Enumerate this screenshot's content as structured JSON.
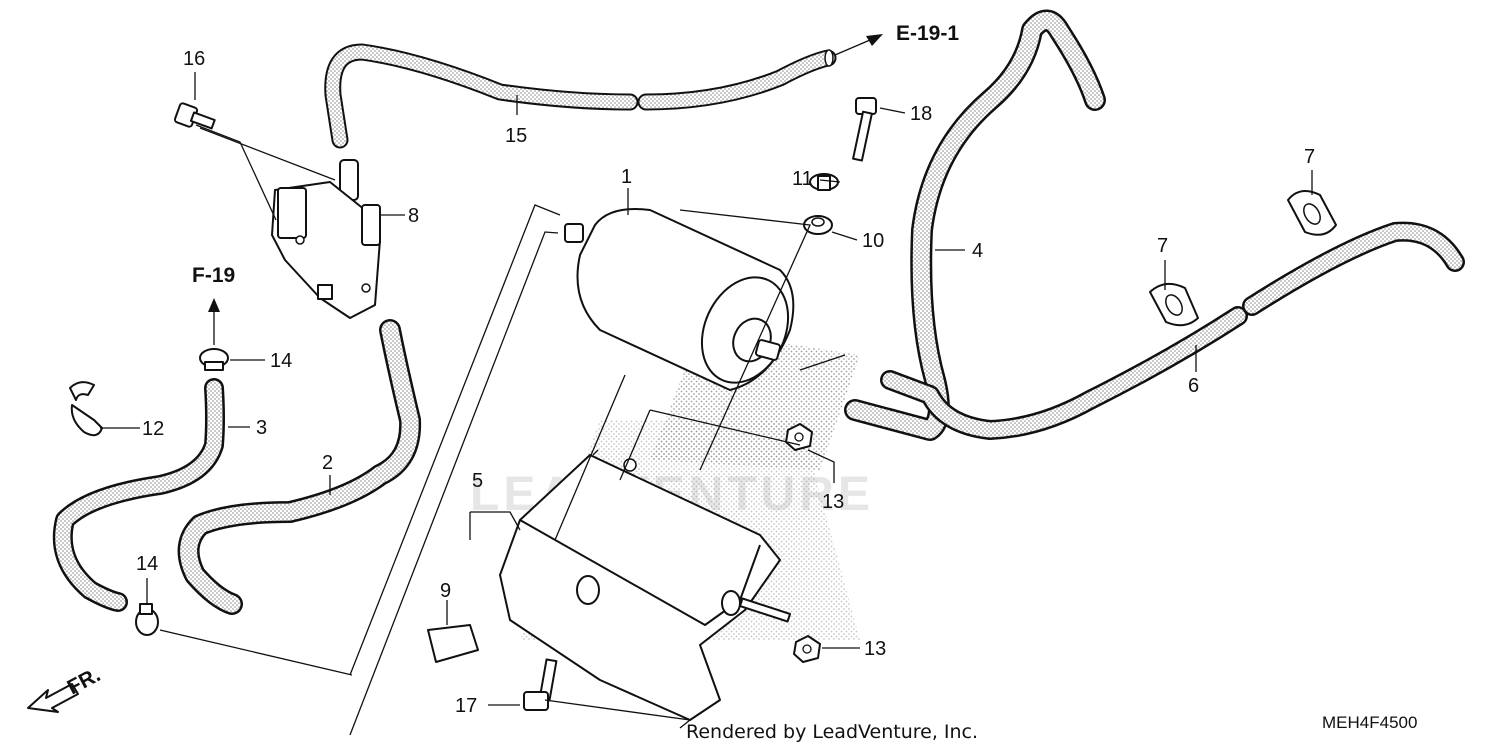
{
  "diagram": {
    "watermark": "LEADVENTURE",
    "callouts": {
      "c1": "1",
      "c2": "2",
      "c3": "3",
      "c4": "4",
      "c5": "5",
      "c6": "6",
      "c7a": "7",
      "c7b": "7",
      "c8": "8",
      "c9": "9",
      "c10": "10",
      "c11": "11",
      "c12": "12",
      "c13a": "13",
      "c13b": "13",
      "c14a": "14",
      "c14b": "14",
      "c15": "15",
      "c16": "16",
      "c17": "17",
      "c18": "18"
    },
    "references": {
      "e19_1": "E-19-1",
      "f19": "F-19"
    },
    "front_marker": "FR.",
    "footer_credit": "Rendered by LeadVenture, Inc.",
    "diagram_code": "MEH4F4500"
  },
  "colors": {
    "line": "#111111",
    "hose_fill": "#ffffff",
    "hose_dots": "#8a8a8a",
    "watermark": "#e6e6e6"
  }
}
